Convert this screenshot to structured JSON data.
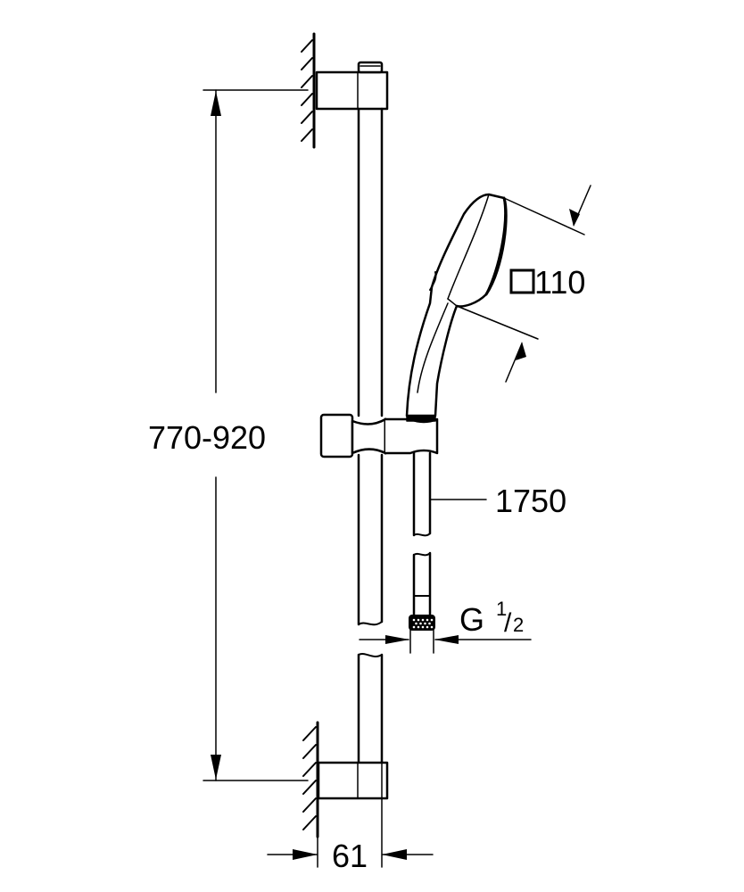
{
  "drawing": {
    "type": "technical-dimension-drawing",
    "subject": "shower rail set with hand shower",
    "stroke_color": "#000000",
    "background": "#ffffff"
  },
  "dimensions": {
    "rail_height": {
      "label": "770-920",
      "unit": "mm",
      "orientation": "vertical"
    },
    "hand_shower_size": {
      "label": "110",
      "prefix_symbol": "square",
      "unit": "mm"
    },
    "hose_length": {
      "label": "1750",
      "unit": "mm"
    },
    "connection_thread": {
      "label_main": "G",
      "label_num": "1",
      "label_slash": "/",
      "label_den": "2"
    },
    "wall_depth": {
      "label": "61",
      "unit": "mm",
      "orientation": "horizontal"
    }
  }
}
